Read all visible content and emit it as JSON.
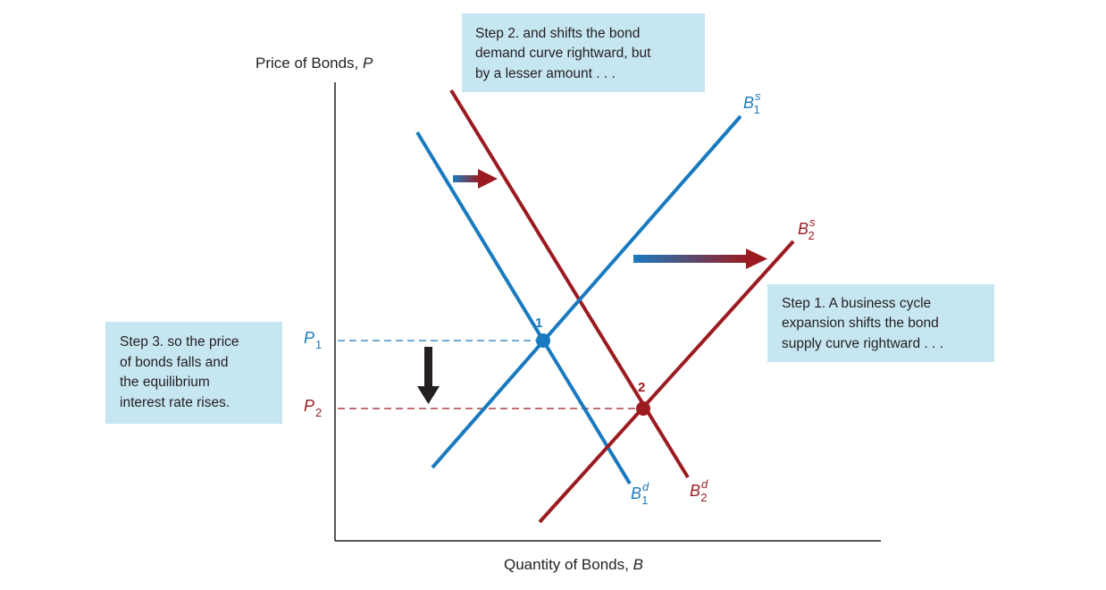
{
  "axes": {
    "y_title": "Price of Bonds, ",
    "y_title_var": "P",
    "x_title": "Quantity of Bonds, ",
    "x_title_var": "B"
  },
  "curves": {
    "demand_1": {
      "name": "B",
      "sup": "d",
      "sub": "1"
    },
    "demand_2": {
      "name": "B",
      "sup": "d",
      "sub": "2"
    },
    "supply_1": {
      "name": "B",
      "sup": "s",
      "sub": "1"
    },
    "supply_2": {
      "name": "B",
      "sup": "s",
      "sub": "2"
    }
  },
  "points": {
    "p1": "1",
    "p2": "2"
  },
  "prices": {
    "p1": {
      "name": "P",
      "sub": "1"
    },
    "p2": {
      "name": "P",
      "sub": "2"
    }
  },
  "notes": {
    "step2": [
      "Step 2. and shifts the bond",
      "demand curve rightward, but",
      "by a lesser amount . . ."
    ],
    "step1": [
      "Step 1. A business cycle",
      "expansion shifts the bond",
      "supply curve rightward . . ."
    ],
    "step3": [
      "Step 3. so the price",
      "of bonds falls and",
      "the equilibrium",
      "interest rate rises."
    ]
  },
  "colors": {
    "blue": "#1a7abf",
    "red": "#9b1b20",
    "note_bg": "#c6e6f2",
    "axis": "#231f20",
    "arrow_dark": "#231f20"
  }
}
